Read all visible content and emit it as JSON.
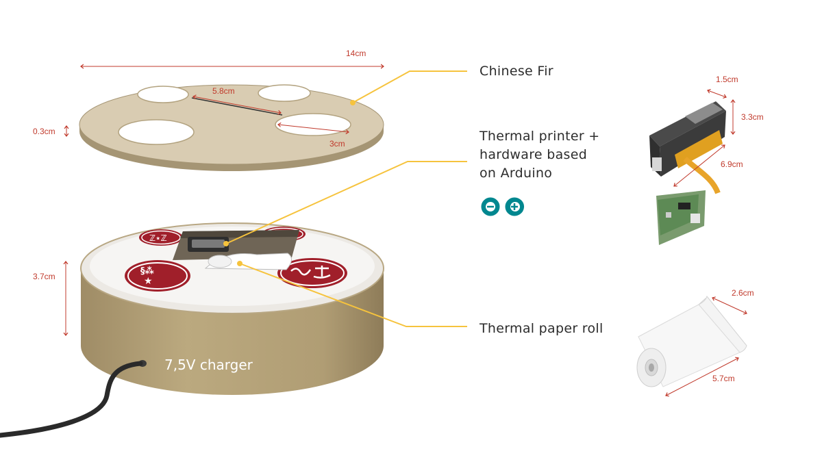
{
  "dimensions": {
    "lid_width": "14cm",
    "hole_spacing": "5.8cm",
    "lid_thickness": "0.3cm",
    "hole_diameter": "3cm",
    "base_height": "3.7cm",
    "printer_depth": "1.5cm",
    "printer_height": "3.3cm",
    "ribbon_length": "6.9cm",
    "roll_diameter": "2.6cm",
    "roll_width": "5.7cm"
  },
  "callouts": {
    "lid_material": "Chinese Fir",
    "printer_line1": "Thermal printer +",
    "printer_line2": "hardware based",
    "printer_line3": "on Arduino",
    "paper_roll": "Thermal paper roll"
  },
  "charger_label": "7,5V charger",
  "colors": {
    "dimension": "#c0392b",
    "callout_line": "#f6c33d",
    "wood": "#b7a582",
    "wood_top": "#d9ccb2",
    "stamp_red": "#a01f2a",
    "arduino_teal": "#00878f"
  },
  "icons": [
    "arduino-logo-icon"
  ]
}
